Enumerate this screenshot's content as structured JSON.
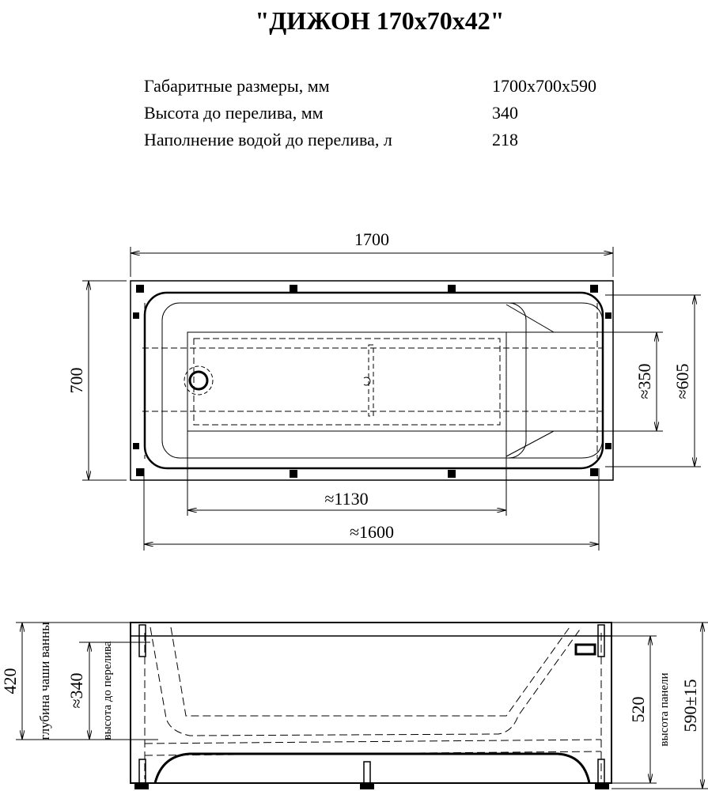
{
  "title": "\"ДИЖОН 170x70x42\"",
  "specs": [
    {
      "label": "Габаритные размеры, мм",
      "value": "1700x700x590"
    },
    {
      "label": "Высота до перелива, мм",
      "value": "340"
    },
    {
      "label": "Наполнение водой до перелива, л",
      "value": "218"
    }
  ],
  "top_view": {
    "length": "1700",
    "width": "700",
    "inner_width": "≈350",
    "bowl_width": "≈605",
    "inner_length": "≈1130",
    "bowl_length": "≈1600"
  },
  "side_view": {
    "depth": "420",
    "depth_label": "глубина чаши ванны",
    "overflow": "≈340",
    "overflow_label": "высота до перелива",
    "panel": "520",
    "panel_label": "высота панели",
    "total": "590±15"
  }
}
